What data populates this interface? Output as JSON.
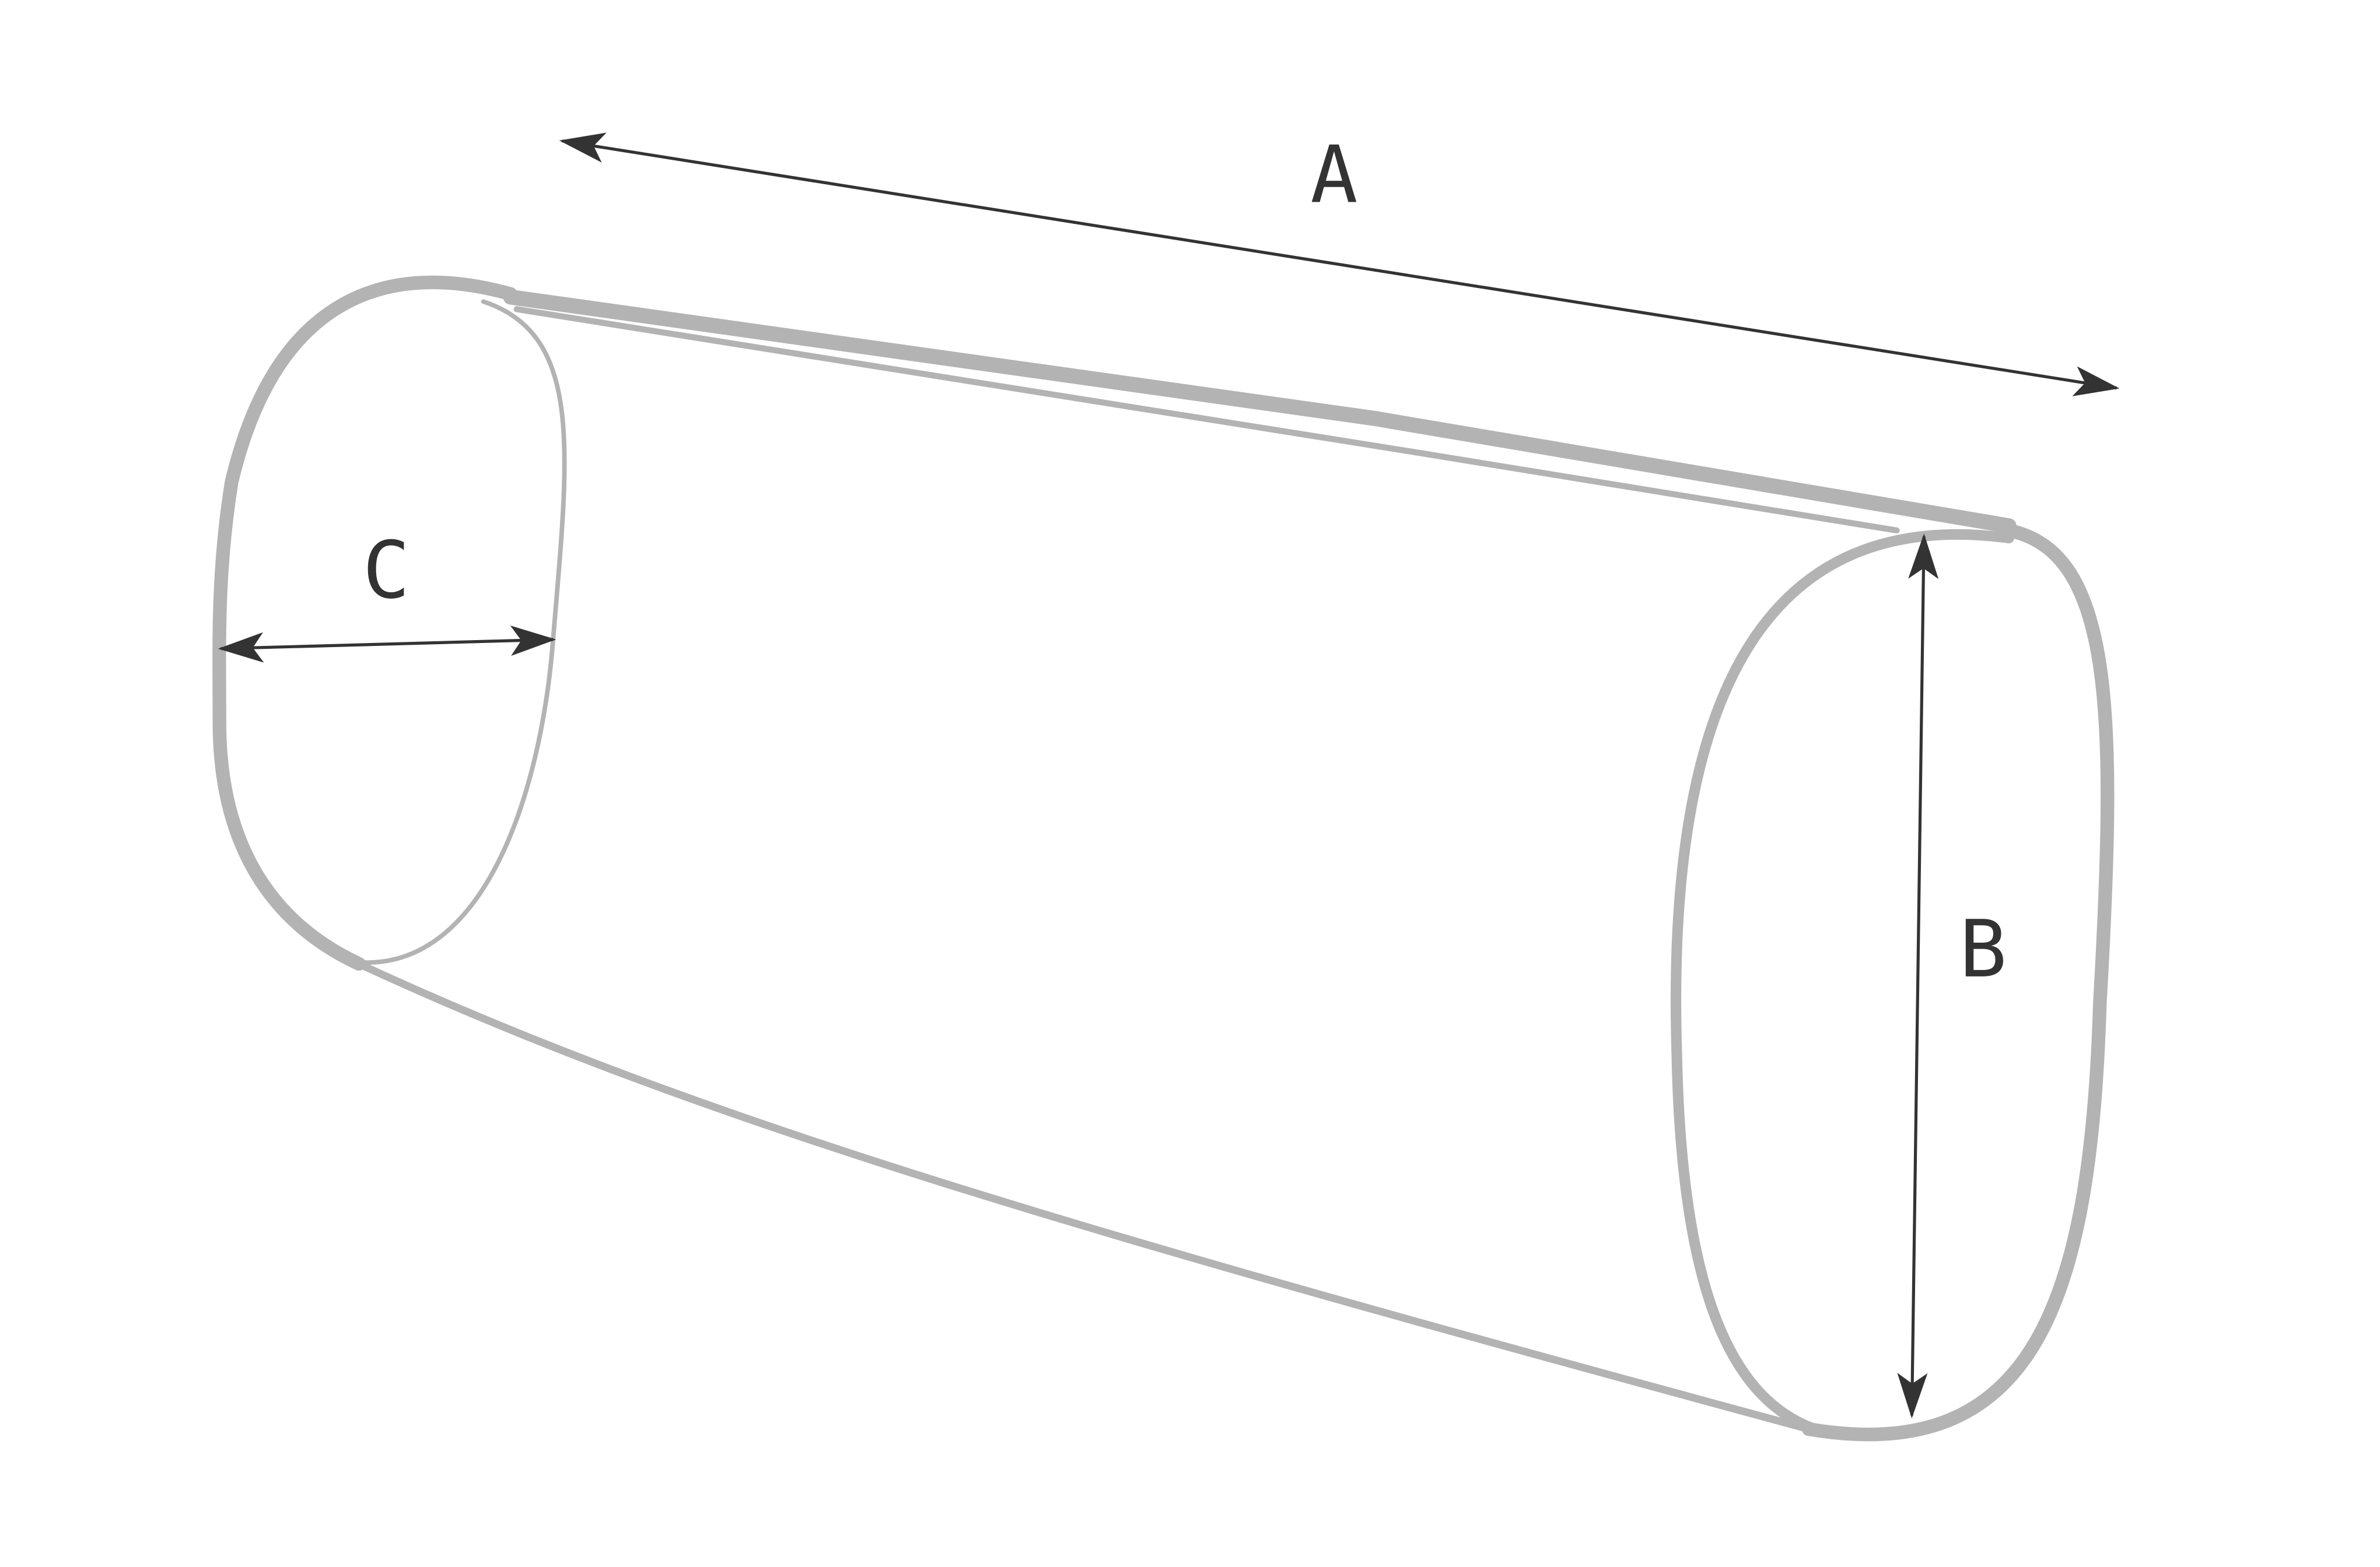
{
  "diagram": {
    "labels": {
      "a": "A",
      "b": "B",
      "c": "C"
    },
    "colors": {
      "outline": "#b3b3b3",
      "dimension": "#333333",
      "background": "#ffffff"
    }
  }
}
